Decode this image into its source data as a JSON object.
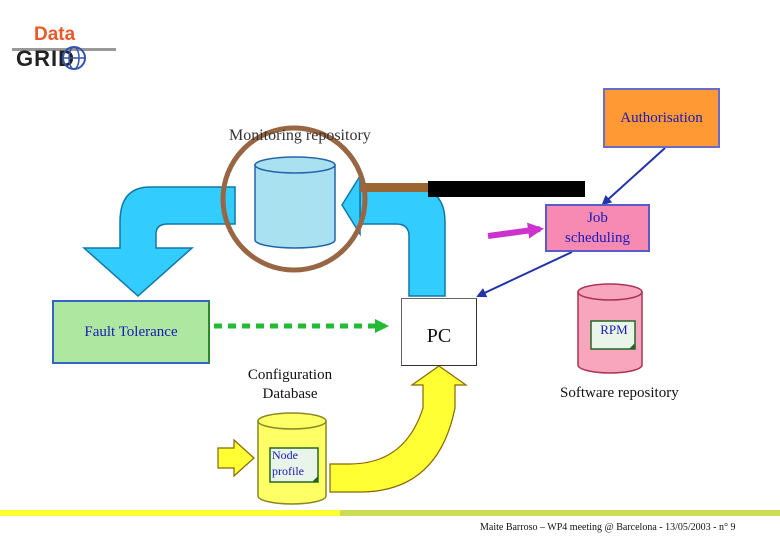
{
  "logo": {
    "top": "Data",
    "bottom": "GRID"
  },
  "nodes": {
    "monitoring": "Monitoring repository",
    "authorisation": "Authorisation",
    "job_line1": "Job",
    "job_line2": "scheduling",
    "fault_tolerance": "Fault Tolerance",
    "pc": "PC",
    "rpm": "RPM",
    "software_repository": "Software repository",
    "config_line1": "Configuration",
    "config_line2": "Database",
    "node_profile_line1": "Node",
    "node_profile_line2": "profile"
  },
  "footer": "Maite Barroso – WP4 meeting @ Barcelona - 13/05/2003 - n° 9",
  "colors": {
    "cyan": "#33ccff",
    "orange": "#ff9933",
    "pink": "#f78ab3",
    "green": "#aee8a0",
    "yellow": "#ffff66",
    "footer_bar": "#ffff33"
  }
}
